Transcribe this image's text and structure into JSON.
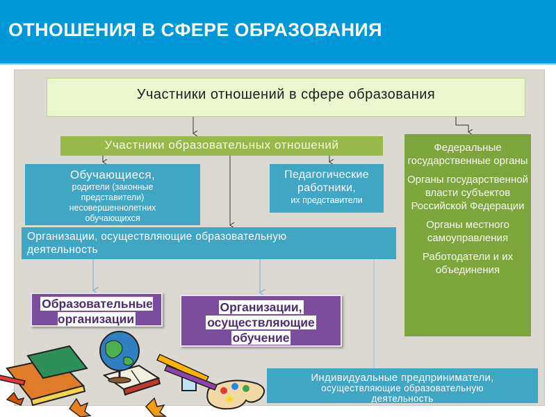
{
  "header": {
    "title": "ОТНОШЕНИЯ В СФЕРЕ ОБРАЗОВАНИЯ",
    "color": "#0097d8"
  },
  "diagram": {
    "top": "Участники отношений в сфере образования",
    "educational": "Участники образовательных отношений",
    "students": {
      "line1": "Обучающиеся,",
      "line2": "родители (законные",
      "line3": "представители)",
      "line4": "несовершеннолетних",
      "line5": "обучающихся"
    },
    "teachers": {
      "line1": "Педагогические",
      "line2": "работники,",
      "line3": "их представители"
    },
    "organizations": {
      "line1": "Организации, осуществляющие образовательную",
      "line2": "деятельность"
    },
    "authorities": [
      "Федеральные государственные органы",
      "Органы государственной власти субъектов Российской Федерации",
      "Органы местного самоуправления",
      "Работодатели и их объединения"
    ],
    "edu_orgs": "Образовательные организации",
    "training_orgs": {
      "line1": "Организации,",
      "line2": "осуществляющие",
      "line3": "обучение"
    },
    "entrepreneurs": {
      "line1": "Индивидуальные предприниматели,",
      "line2": "осуществляющие образовательную",
      "line3": "деятельность"
    }
  },
  "colors": {
    "green_light": "#ecf6cc",
    "green": "#98b94a",
    "green_dark": "#7fa63e",
    "blue": "#3fa6c4",
    "purple": "#7a4e9d"
  },
  "clipart": [
    "books-icon",
    "globe-icon",
    "paint-palette-icon",
    "pencils-icon",
    "leaves-icon"
  ]
}
